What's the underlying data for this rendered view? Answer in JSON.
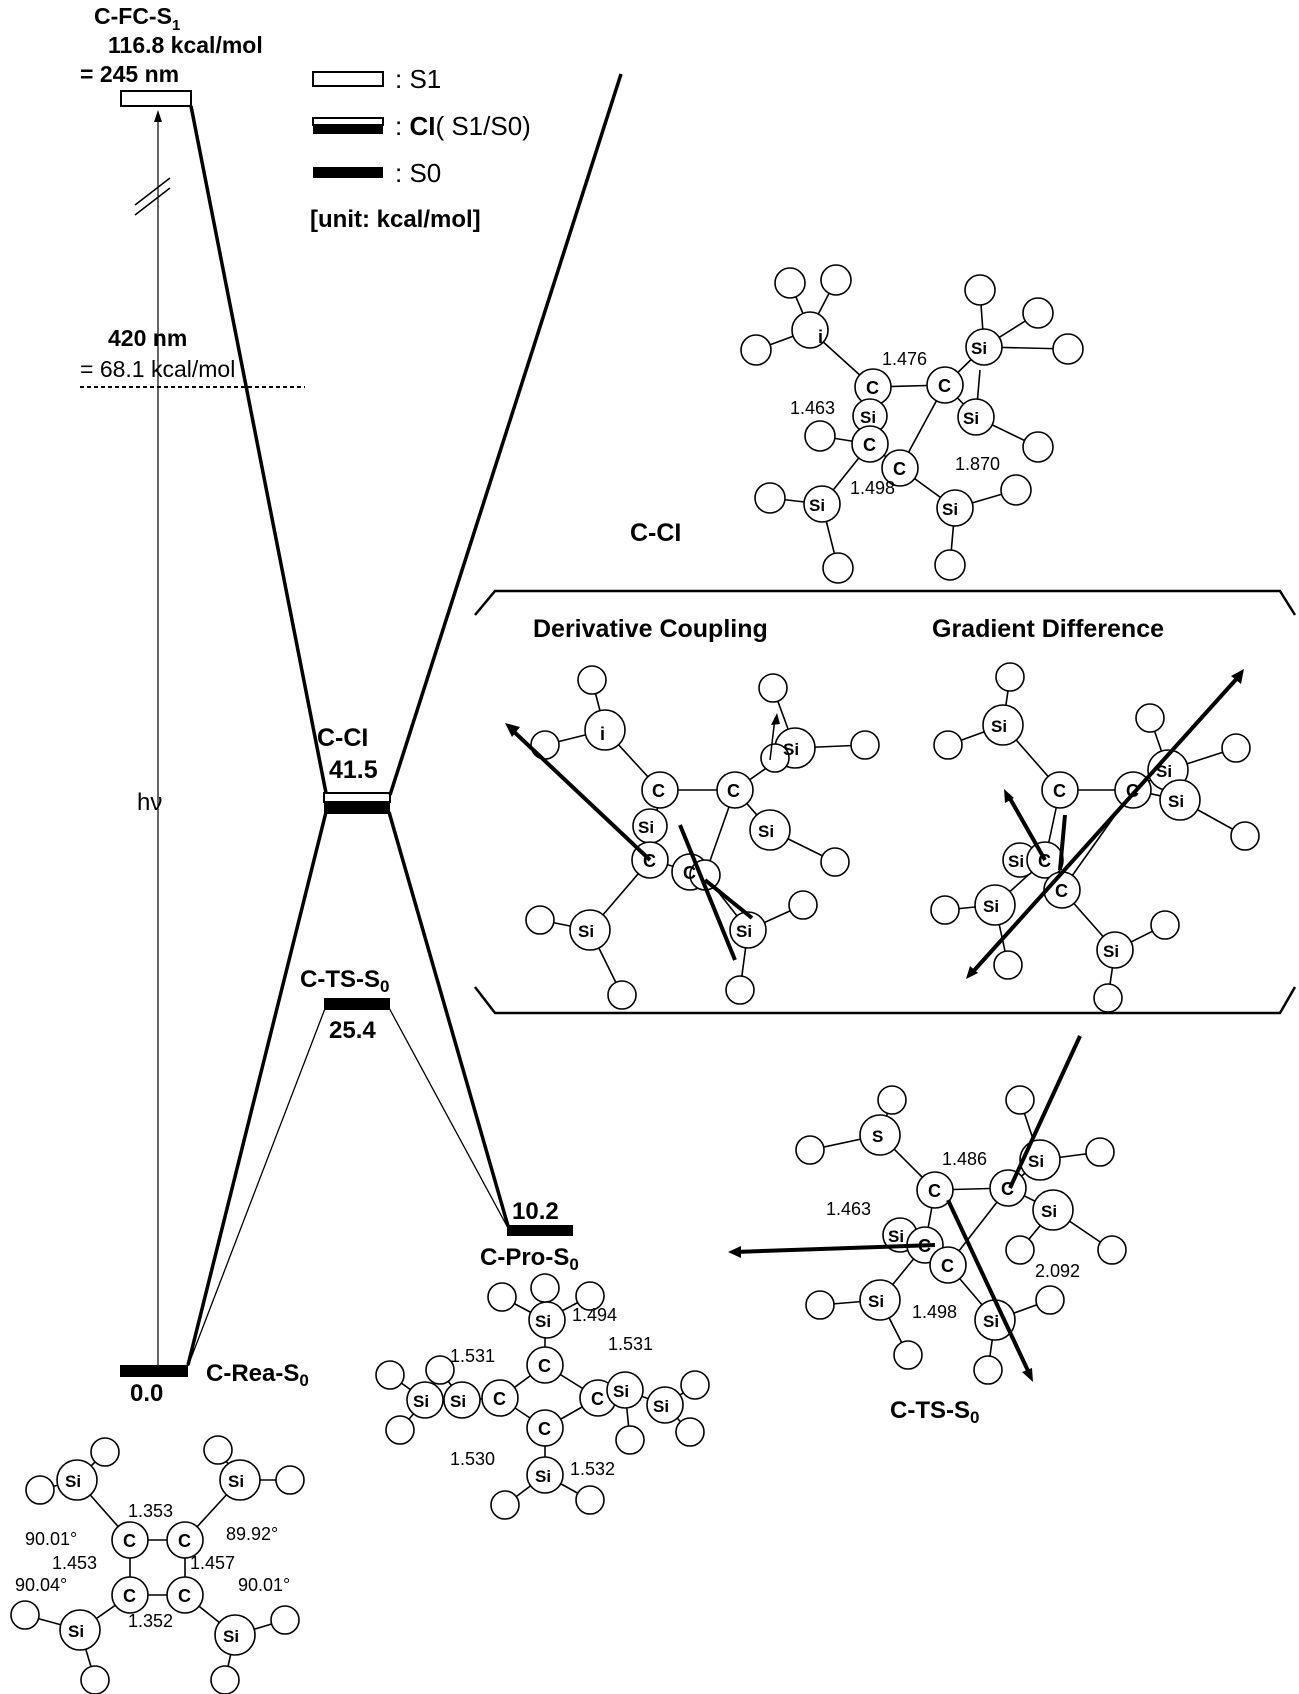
{
  "states": {
    "fc": {
      "name_prefix": "C-FC-S",
      "name_sub": "1",
      "energy": "116.8 kcal/mol",
      "wavelength": "= 245 nm"
    },
    "abs": {
      "wavelength": "420 nm",
      "energy": "= 68.1 kcal/mol"
    },
    "hv": "hν",
    "ci": {
      "name": "C-CI",
      "energy": "41.5"
    },
    "ts": {
      "name_prefix": "C-TS-S",
      "name_sub": "0",
      "energy": "25.4"
    },
    "pro": {
      "energy": "10.2",
      "name_prefix": "C-Pro-S",
      "name_sub": "0"
    },
    "rea": {
      "energy": "0.0",
      "name_prefix": "C-Rea-S",
      "name_sub": "0"
    }
  },
  "legend": {
    "s1": ": S1",
    "ci_prefix": ": ",
    "ci_bold": "CI",
    "ci_rest": "( S1/S0)",
    "s0": ": S0",
    "unit": "[unit: kcal/mol]"
  },
  "structures": {
    "cci_label": "C-CI",
    "cci_dists": [
      "1.476",
      "1.463",
      "1.870",
      "1.498"
    ],
    "panel_left": "Derivative Coupling",
    "panel_right": "Gradient Difference",
    "ts_label_prefix": "C-TS-S",
    "ts_label_sub": "0",
    "ts_dists": [
      "1.486",
      "1.463",
      "2.092",
      "1.498"
    ],
    "pro_dists": [
      "1.494",
      "1.531",
      "1.531",
      "1.530",
      "1.532"
    ],
    "rea_dists": [
      "1.353",
      "90.01°",
      "89.92°",
      "1.453",
      "1.457",
      "90.04°",
      "90.01°",
      "1.352"
    ]
  },
  "atom_labels": {
    "carbon": "C",
    "silicon": "Si",
    "partial": "i",
    "partial_s": "S"
  }
}
